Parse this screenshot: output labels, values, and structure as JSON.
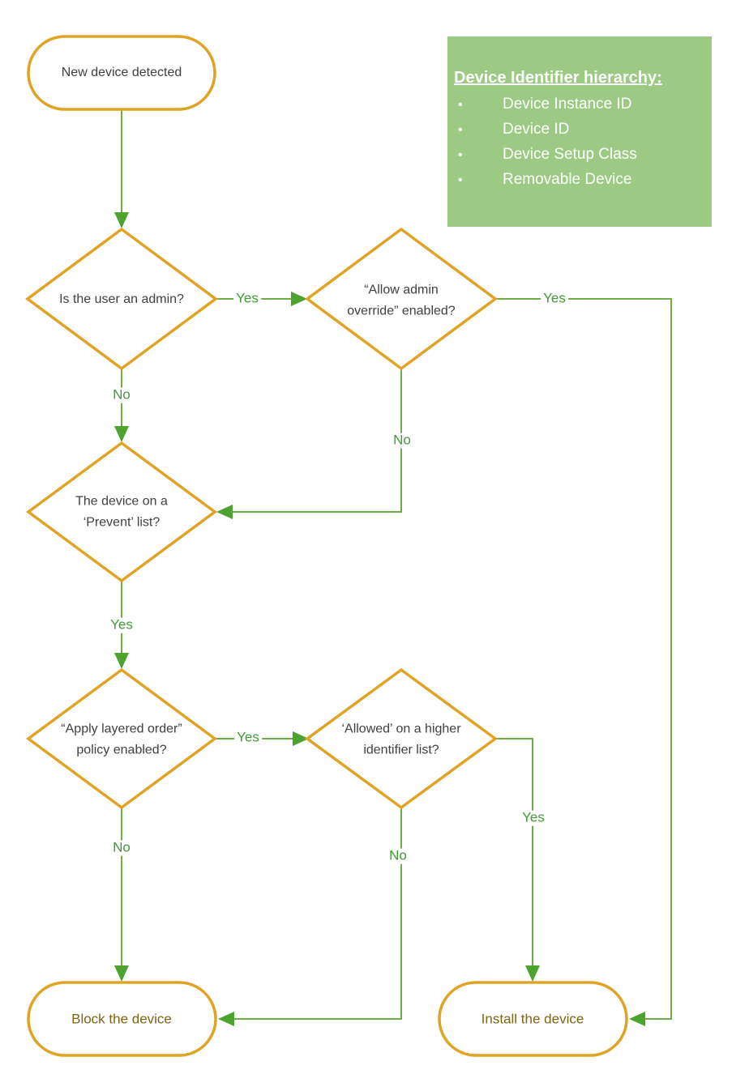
{
  "flowchart": {
    "nodes": {
      "start": "New device detected",
      "admin_check": "Is the user an admin?",
      "admin_override": "“Allow admin override” enabled?",
      "prevent_list": "The device on a ‘Prevent’ list?",
      "layered_order": "“Apply layered order” policy enabled?",
      "higher_identifier": "‘Allowed’ on a higher identifier list?",
      "block": "Block the device",
      "install": "Install the device"
    },
    "edge_labels": {
      "admin_yes": "Yes",
      "admin_no": "No",
      "override_yes": "Yes",
      "override_no": "No",
      "prevent_yes": "Yes",
      "layered_yes": "Yes",
      "layered_no": "No",
      "higher_yes": "Yes",
      "higher_no": "No"
    }
  },
  "legend": {
    "title": "Device Identifier hierarchy:",
    "bullet": "•",
    "items": [
      "Device Instance ID",
      "Device ID",
      "Device Setup Class",
      "Removable Device"
    ]
  },
  "colors": {
    "shape-border": "#E0A324",
    "edge-line": "#70AD47",
    "arrow-fill": "#4CA32D",
    "edge-label": "#3E9B35",
    "node-text": "#404040",
    "terminal-text": "#7C6316",
    "legend-bg": "#9CC983",
    "legend-text": "#FFFFFF"
  }
}
